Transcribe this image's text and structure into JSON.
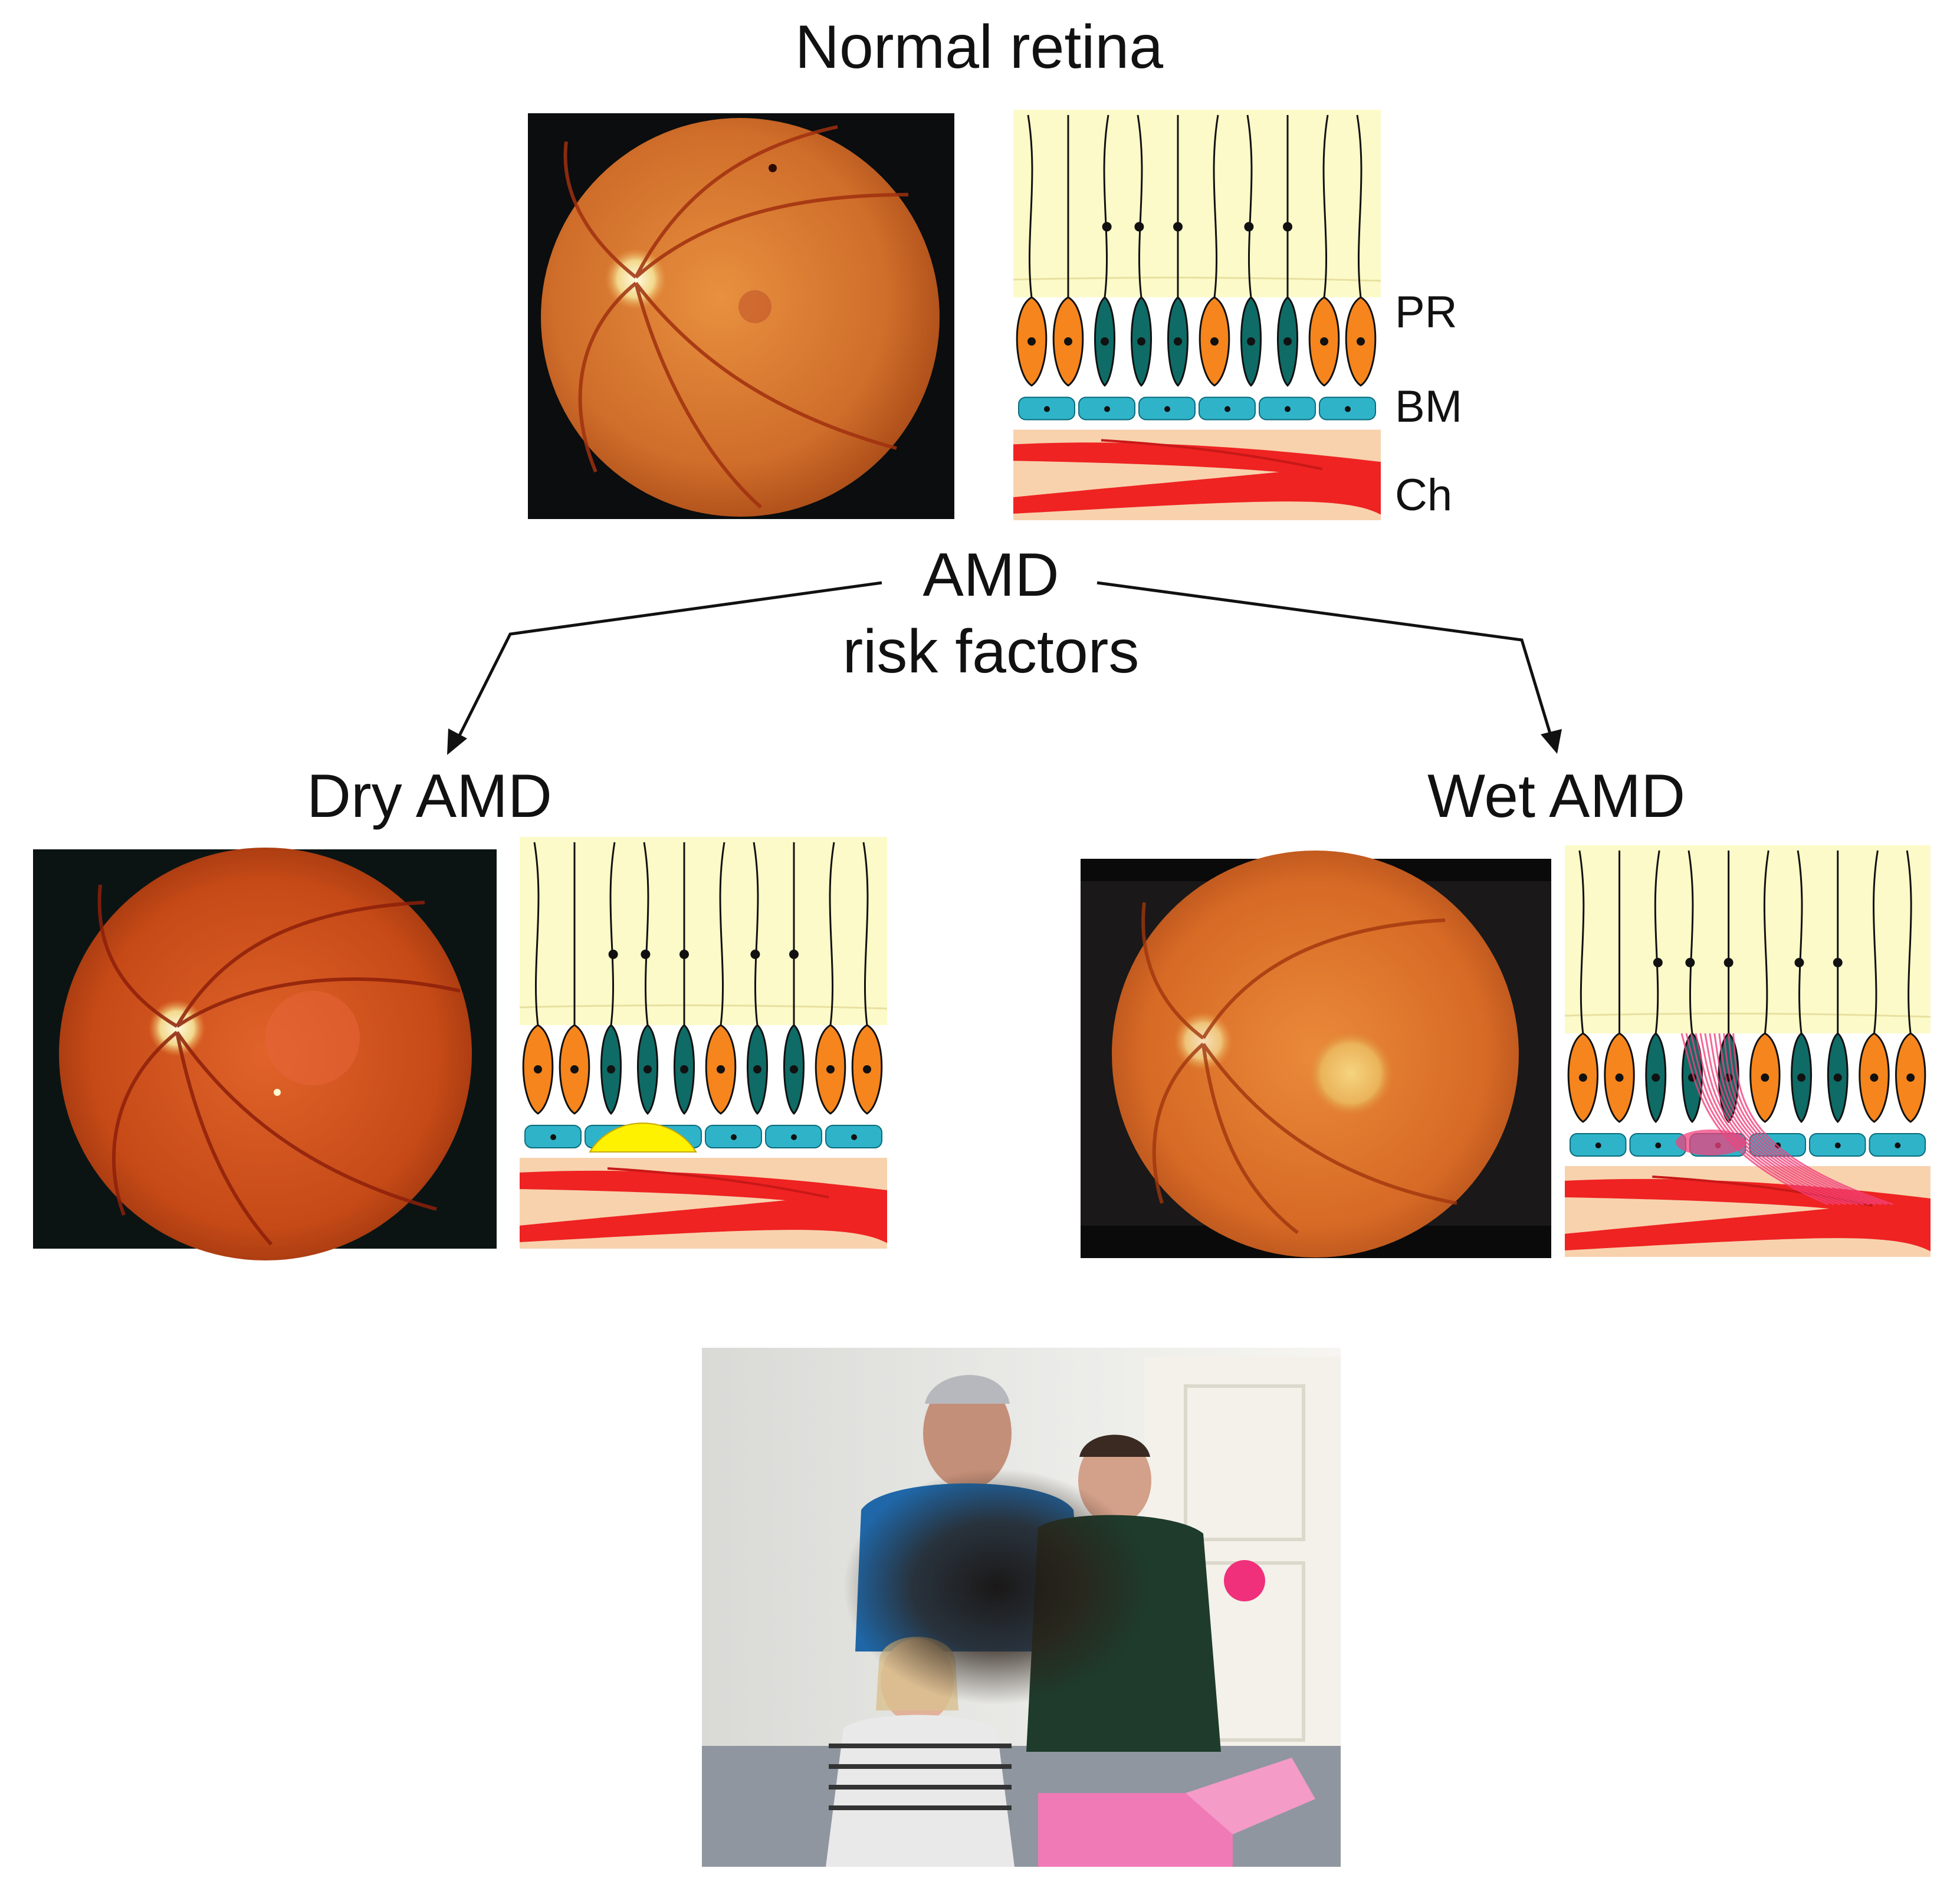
{
  "normal": {
    "title": "Normal retina",
    "layer_labels": [
      "PR",
      "BM",
      "Ch"
    ]
  },
  "center": {
    "line1": "AMD",
    "line2": "risk factors"
  },
  "dry": {
    "title": "Dry  AMD"
  },
  "wet": {
    "title": "Wet  AMD"
  },
  "colors": {
    "fundus_bg": "#0b0d0e",
    "fundus_orange": "#d9722f",
    "fundus_dark": "#b04a16",
    "cream": "#fcfac8",
    "pr_orange": "#f5851c",
    "pr_teal": "#0f6b66",
    "bm_cyan": "#2fb3c9",
    "choroid_peach": "#f8d2ad",
    "vessel_red": "#ee2322",
    "druse_yellow": "#fff200",
    "neovessel_pink": "#f0427c"
  }
}
